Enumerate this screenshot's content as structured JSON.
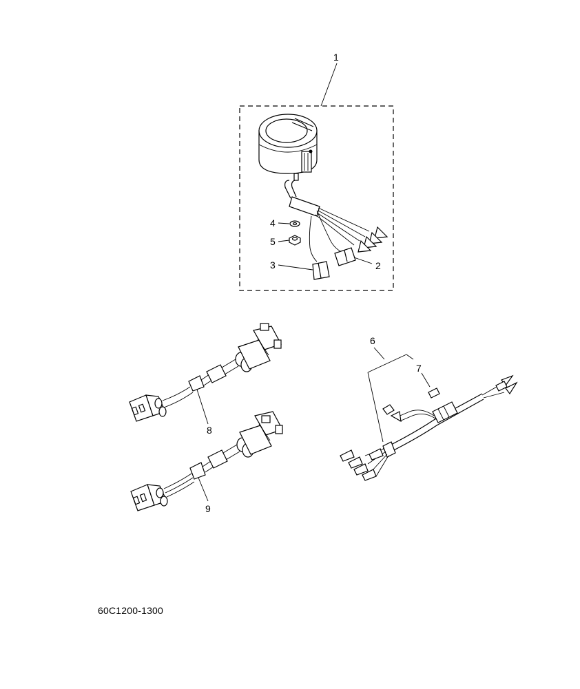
{
  "callouts": {
    "c1": "1",
    "c2": "2",
    "c3": "3",
    "c4": "4",
    "c5": "5",
    "c6": "6",
    "c7": "7",
    "c8": "8",
    "c9": "9"
  },
  "part_code": "60C1200-1300"
}
